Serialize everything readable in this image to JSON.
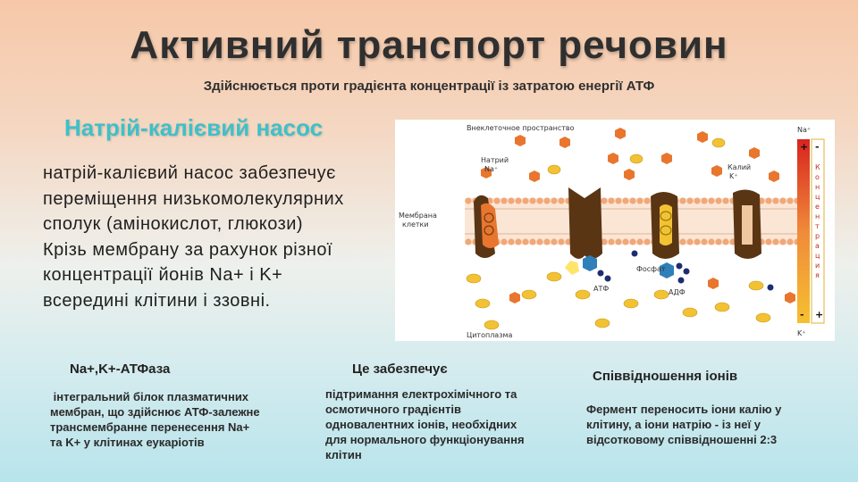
{
  "title": "Активний транспорт речовин",
  "subtitle": "Здійснюється проти градієнта концентрації  із затратою енергії АТФ",
  "section_title": "Натрій-калієвий насос",
  "main_paragraph": [
    "натрій-калієвий насос забезпечує",
    "переміщення низькомолекулярних",
    "сполук (амінокислот, глюкози)",
    "Крізь мембрану за рахунок різної",
    "концентрації йонів Na+ і K+",
    "всередині клітини і ззовні."
  ],
  "figure": {
    "label_outside": "Внеклеточное пространство",
    "label_sodium": "Натрий",
    "label_sodium_sym": "Na⁺",
    "label_potassium": "Калий",
    "label_potassium_sym": "K⁺",
    "label_membrane_1": "Мембрана",
    "label_membrane_2": "клетки",
    "label_atp": "АТФ",
    "label_phosphate": "Фосфат",
    "label_adp": "АДФ",
    "label_cytoplasm": "Цитоплазма",
    "gradient_top_ion": "Na⁺",
    "gradient_bottom_ion": "K⁺",
    "gradient_word": "Концентрация",
    "plus": "+",
    "minus": "-",
    "colors": {
      "sodium": "#e8762e",
      "potassium": "#f2c233",
      "membrane_head": "#f0a878",
      "protein": "#5a3514",
      "atp": "#2f7fb8",
      "phosphate": "#1e2d6e"
    }
  },
  "columns": [
    {
      "heading": "Na+,K+-АТФаза",
      "lines": [
        " інтегральний білок плазматичних",
        "мембран, що здійснює АТФ-залежне",
        "трансмембранне перенесення Na+",
        "та K+ у клітинах еукаріотів"
      ]
    },
    {
      "heading": "Це забезпечує",
      "lines": [
        "підтримання електрохімічного та",
        "осмотичного градієнтів",
        "одновалентних іонів, необхідних",
        "для нормального функціонування",
        "клітин"
      ]
    },
    {
      "heading": "Співвідношення іонів",
      "lines": [
        "Фермент переносить іони калію у",
        "клітину, а іони натрію - із неї у",
        "відсотковому співвідношенні 2:3"
      ]
    }
  ]
}
